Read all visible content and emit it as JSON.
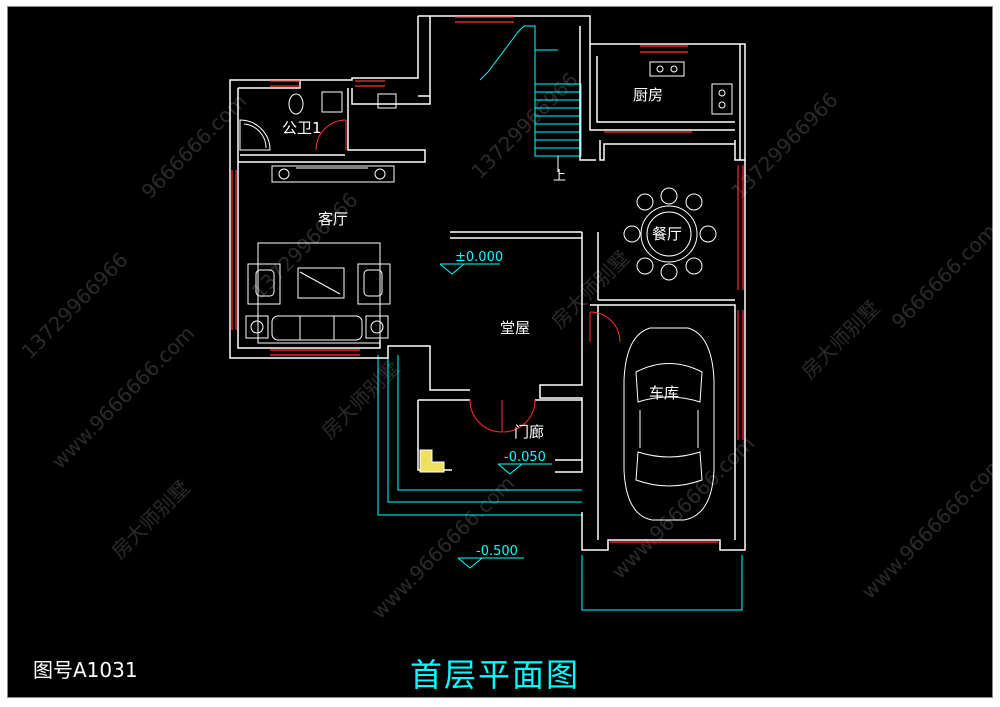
{
  "title": "首层平面图",
  "drawing_number": "图号A1031",
  "rooms": {
    "public_toilet": "公卫1",
    "living_room": "客厅",
    "kitchen": "厨房",
    "dining_room": "餐厅",
    "hall": "堂屋",
    "garage": "车库",
    "porch": "门廊"
  },
  "elevations": {
    "hall": "±0.000",
    "porch": "-0.050",
    "outdoor": "-0.500"
  },
  "stair_label": "上",
  "watermarks": [
    "9666666.com",
    "13729966966",
    "房大师别墅",
    "www.9666666.com"
  ],
  "colors": {
    "background": "#000000",
    "wall": "#ffffff",
    "window": "#ff3030",
    "dimension": "#00ffff"
  }
}
